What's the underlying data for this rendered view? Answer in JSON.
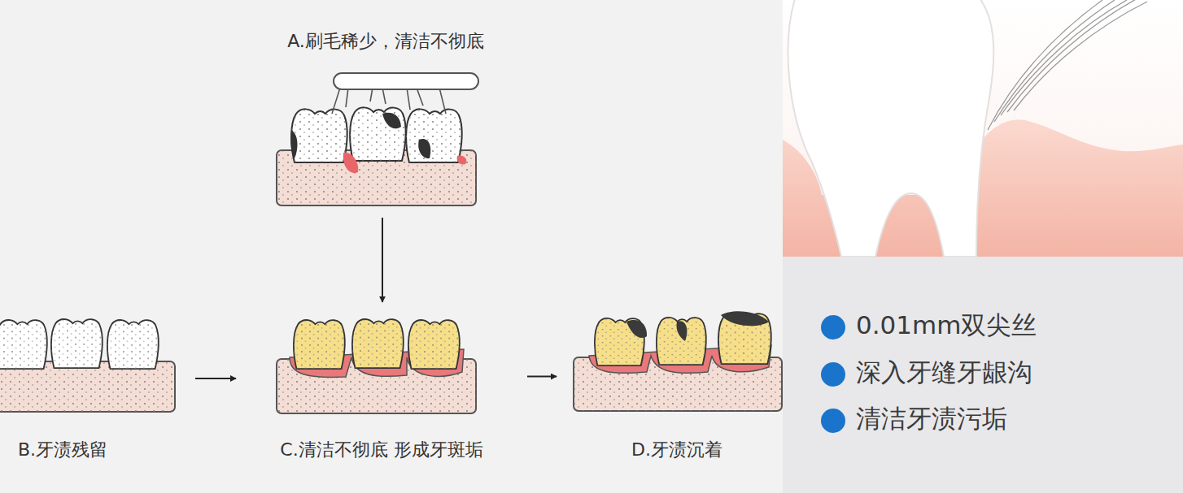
{
  "diagram": {
    "nodes": [
      {
        "text": [
          "A.刷毛稀少，清洁不彻底"
        ]
      },
      {
        "text": [
          "B.牙渍残留"
        ]
      },
      {
        "text": [
          "C.清洁不彻底 形成牙斑垢"
        ]
      },
      {
        "text": [
          "D.牙渍沉着"
        ]
      }
    ],
    "edges": [
      {
        "from": 0,
        "to": 2,
        "arrow": "to"
      },
      {
        "from": 1,
        "to": 2,
        "arrow": "to"
      },
      {
        "from": 2,
        "to": 3,
        "arrow": "to"
      }
    ],
    "labels": [
      "0.01mm双尖丝",
      "深入牙缝牙龈沟",
      "清洁牙渍污垢"
    ]
  }
}
